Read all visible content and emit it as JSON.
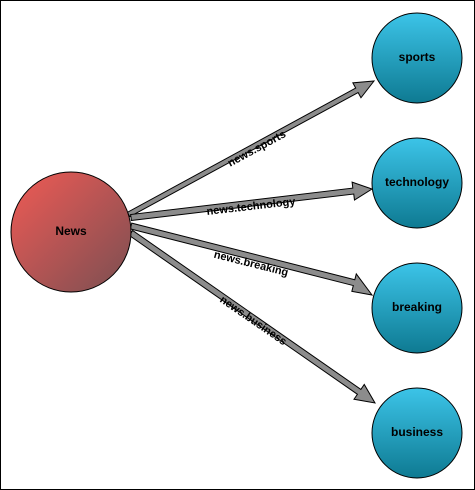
{
  "diagram": {
    "source": {
      "id": "news",
      "label": "News"
    },
    "targets": [
      {
        "id": "sports",
        "label": "sports",
        "edge_label": "news.sports"
      },
      {
        "id": "technology",
        "label": "technology",
        "edge_label": "news.technology"
      },
      {
        "id": "breaking",
        "label": "breaking",
        "edge_label": "news.breaking"
      },
      {
        "id": "business",
        "label": "business",
        "edge_label": "news.business"
      }
    ],
    "colors": {
      "source_fill_light": "#f05a55",
      "source_fill_dark": "#7a4f52",
      "target_fill_light": "#3cc4e8",
      "target_fill_dark": "#0e7a92",
      "arrow_fill": "#8c8c8c",
      "stroke": "#000000"
    }
  }
}
